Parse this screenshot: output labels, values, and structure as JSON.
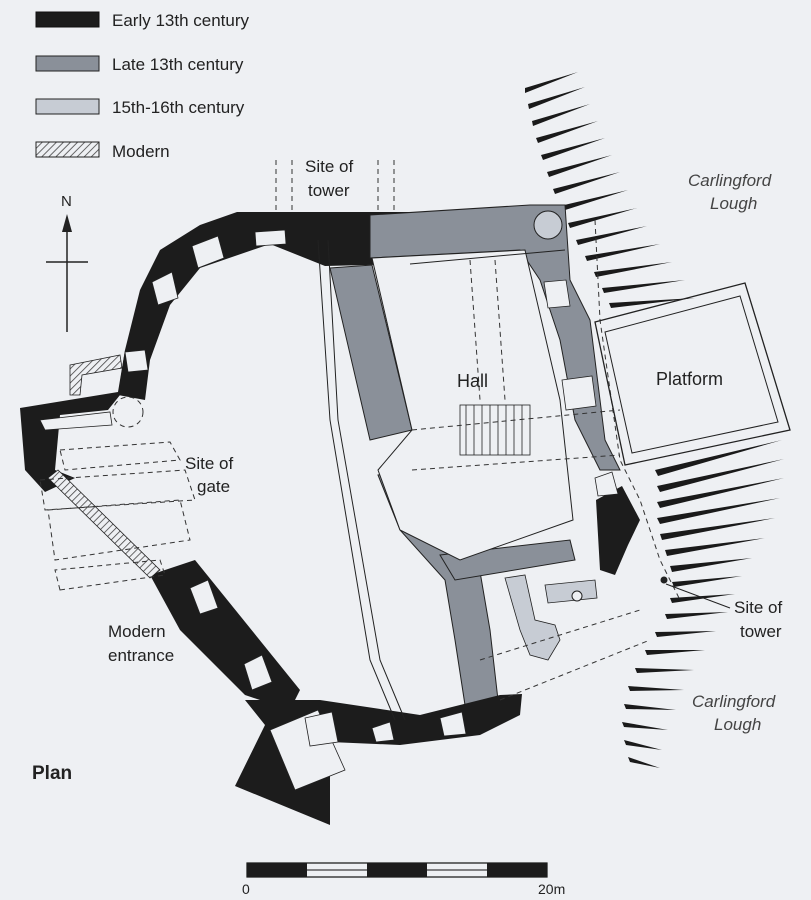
{
  "legend": [
    {
      "label": "Early 13th century",
      "swatch": "dark",
      "color": "#1c1c1c"
    },
    {
      "label": "Late 13th century",
      "swatch": "mid",
      "color": "#8a9099"
    },
    {
      "label": "15th-16th century",
      "swatch": "light",
      "color": "#c7ccd4"
    },
    {
      "label": "Modern",
      "swatch": "hatch",
      "color": "#555555"
    }
  ],
  "compass": {
    "north": "N"
  },
  "labels": {
    "site_of_tower_top_1": "Site of",
    "site_of_tower_top_2": "tower",
    "lough_top_1": "Carlingford",
    "lough_top_2": "Lough",
    "hall": "Hall",
    "platform": "Platform",
    "gate_1": "Site of",
    "gate_2": "gate",
    "site_of_tower_right_1": "Site of",
    "site_of_tower_right_2": "tower",
    "modern_entrance_1": "Modern",
    "modern_entrance_2": "entrance",
    "lough_bottom_1": "Carlingford",
    "lough_bottom_2": "Lough",
    "plan": "Plan"
  },
  "scale_bar": {
    "start": "0",
    "end": "20m"
  }
}
